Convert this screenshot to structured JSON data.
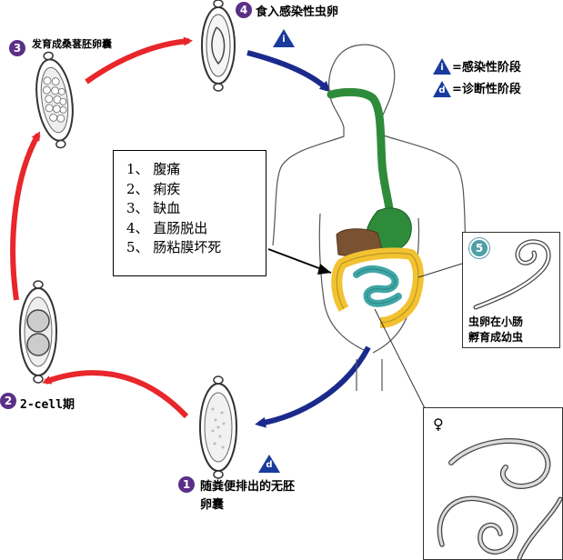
{
  "steps": {
    "step1": {
      "num": "1",
      "label_line1": "随粪便排出的无胚",
      "label_line2": "卵囊"
    },
    "step2": {
      "num": "2",
      "label": "2-cell期"
    },
    "step3": {
      "num": "3",
      "label": "发育成桑葚胚卵囊"
    },
    "step4": {
      "num": "4",
      "label": "食入感染性虫卵"
    },
    "step5": {
      "num": "5",
      "label_line1": "虫卵在小肠",
      "label_line2": "孵育成幼虫"
    }
  },
  "legend": {
    "infective": {
      "letter": "i",
      "label": "=感染性阶段"
    },
    "diagnostic": {
      "letter": "d",
      "label": "=诊断性阶段"
    }
  },
  "stage_markers": {
    "infective_letter": "i",
    "diagnostic_letter": "d"
  },
  "symptoms": [
    "1、 腹痛",
    "2、 痢疾",
    "3、 缺血",
    "4、 直肠脱出",
    "5、 肠粘膜坏死"
  ],
  "adult_inset": {
    "female_symbol": "♀"
  },
  "colors": {
    "red_arrow": "#e8262b",
    "blue_arrow": "#1a2a8c",
    "step_circle": "#5a2f86",
    "esophagus": "#2e8b3a",
    "colon": "#f2c231",
    "small_intestine": "#3fa6a6",
    "liver": "#7a5232"
  }
}
